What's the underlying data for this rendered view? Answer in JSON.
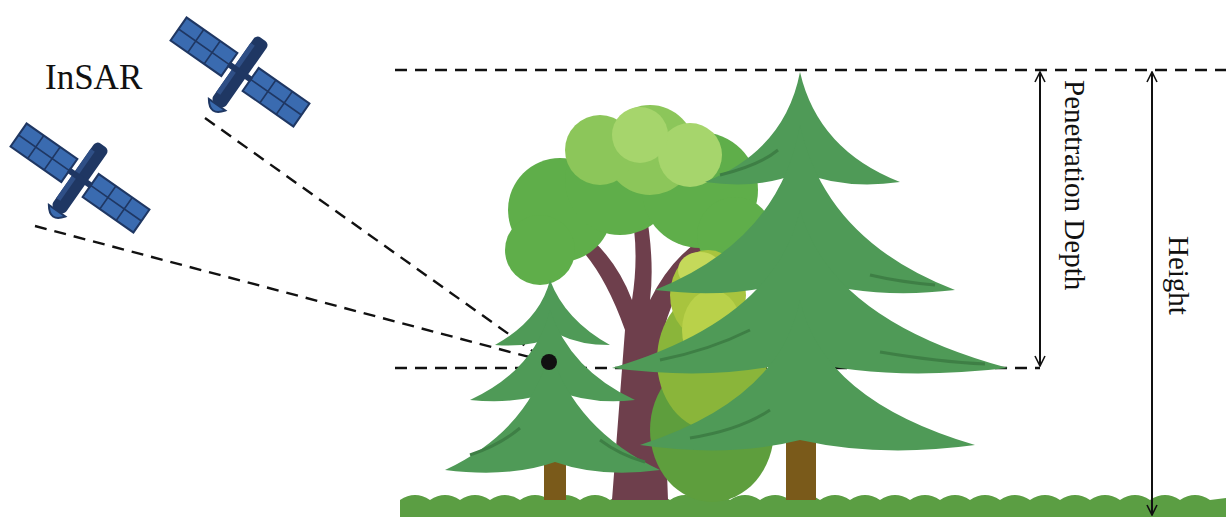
{
  "diagram": {
    "labels": [
      "InSAR",
      "Penetration Depth",
      "Height"
    ]
  }
}
